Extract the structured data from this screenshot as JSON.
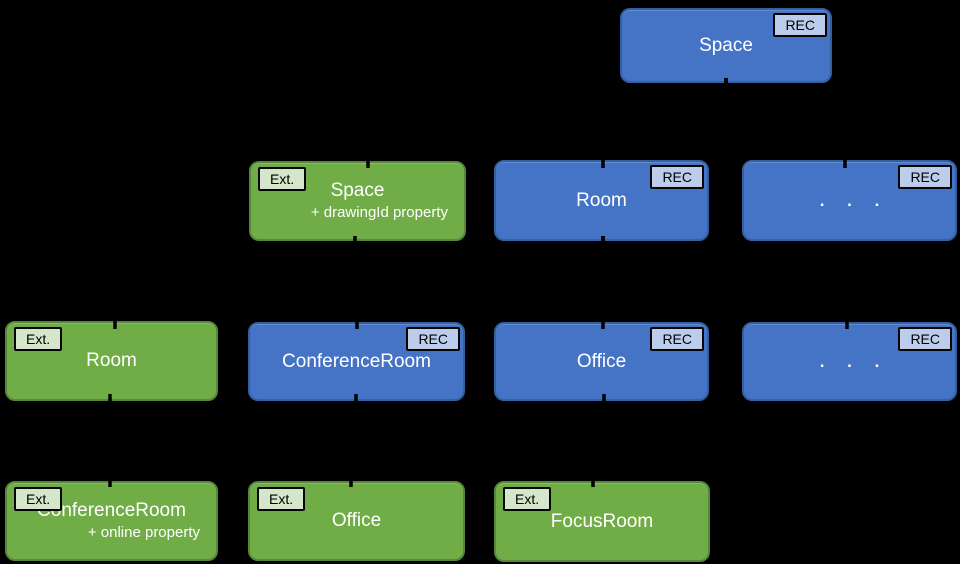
{
  "diagram": {
    "description": "Ontology class hierarchy showing RealEstateCore (REC) classes in blue and extension (Ext.) classes in green",
    "badges": {
      "rec": "REC",
      "ext": "Ext."
    },
    "colors": {
      "background": "#000000",
      "rec_fill": "#4573C6",
      "rec_border": "#35609F",
      "rec_badge_fill": "#BCCDEB",
      "ext_fill": "#70AD47",
      "ext_border": "#568839",
      "ext_badge_fill": "#D4E7CA",
      "badge_border": "#050505",
      "badge_text": "#000000",
      "label_text": "#FFFFFF",
      "connector": "#000000"
    },
    "nodes": [
      {
        "id": "space-rec",
        "type": "rec",
        "label": "Space",
        "sublabel": ""
      },
      {
        "id": "space-ext",
        "type": "ext",
        "label": "Space",
        "sublabel": "+ drawingId property"
      },
      {
        "id": "room-rec",
        "type": "rec",
        "label": "Room",
        "sublabel": ""
      },
      {
        "id": "dots-rec-1",
        "type": "rec",
        "label": ". . .",
        "sublabel": ""
      },
      {
        "id": "room-ext",
        "type": "ext",
        "label": "Room",
        "sublabel": ""
      },
      {
        "id": "conferenceroom-rec",
        "type": "rec",
        "label": "ConferenceRoom",
        "sublabel": ""
      },
      {
        "id": "office-rec",
        "type": "rec",
        "label": "Office",
        "sublabel": ""
      },
      {
        "id": "dots-rec-2",
        "type": "rec",
        "label": ". . .",
        "sublabel": ""
      },
      {
        "id": "conferenceroom-ext",
        "type": "ext",
        "label": "ConferenceRoom",
        "sublabel": "+ online property"
      },
      {
        "id": "office-ext",
        "type": "ext",
        "label": "Office",
        "sublabel": ""
      },
      {
        "id": "focusroom-ext",
        "type": "ext",
        "label": "FocusRoom",
        "sublabel": ""
      }
    ],
    "edges": [
      {
        "from": "space-rec",
        "to": "space-ext"
      },
      {
        "from": "space-rec",
        "to": "room-rec"
      },
      {
        "from": "space-rec",
        "to": "dots-rec-1"
      },
      {
        "from": "space-ext",
        "to": "room-ext"
      },
      {
        "from": "room-rec",
        "to": "conferenceroom-rec"
      },
      {
        "from": "room-rec",
        "to": "office-rec"
      },
      {
        "from": "room-rec",
        "to": "dots-rec-2"
      },
      {
        "from": "room-ext",
        "to": "conferenceroom-ext"
      },
      {
        "from": "conferenceroom-rec",
        "to": "office-ext"
      },
      {
        "from": "office-rec",
        "to": "focusroom-ext"
      }
    ]
  }
}
